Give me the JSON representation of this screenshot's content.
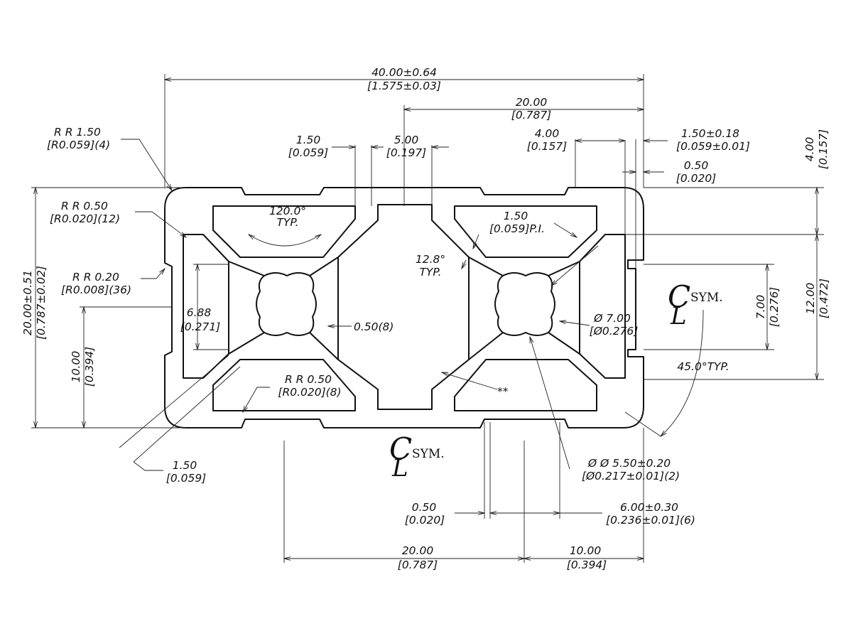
{
  "dimensions": {
    "overall_width": {
      "l1": "40.00±0.64",
      "l2": "[1.575±0.03]"
    },
    "half_width_top": {
      "l1": "20.00",
      "l2": "[0.787]"
    },
    "radius_corner": {
      "l1": "R R 1.50",
      "l2": "[R0.059](4)"
    },
    "slot_wall_1": {
      "l1": "1.50",
      "l2": "[0.059]"
    },
    "slot_width": {
      "l1": "5.00",
      "l2": "[0.197]"
    },
    "slot_depth": {
      "l1": "4.00",
      "l2": "[0.157]"
    },
    "lip_tol": {
      "l1": "1.50±0.18",
      "l2": "[0.059±0.01]"
    },
    "lip_gap": {
      "l1": "0.50",
      "l2": "[0.020]"
    },
    "side_depth": {
      "l1": "4.00",
      "l2": "[0.157]"
    },
    "radius_small": {
      "l1": "R R 0.50",
      "l2": "[R0.020](12)"
    },
    "angle_typ": {
      "l1": "120.0°",
      "l2": "TYP."
    },
    "wall_pi": {
      "l1": "1.50",
      "l2": "[0.059]P.I."
    },
    "web_angle": {
      "l1": "12.8°",
      "l2": "TYP."
    },
    "radius_tiny": {
      "l1": "R R 0.20",
      "l2": "[R0.008](36)"
    },
    "slot_inner": {
      "l1": "6.88",
      "l2": "[0.271]"
    },
    "fillet": {
      "l1": "0.50(8)"
    },
    "bore_dia": {
      "l1": "Ø 7.00",
      "l2": "[Ø0.276]"
    },
    "inner_height": {
      "l1": "7.00",
      "l2": "[0.276]"
    },
    "center_height": {
      "l1": "12.00",
      "l2": "[0.472]"
    },
    "overall_height": {
      "l1": "20.00±0.51",
      "l2": "[0.787±0.02]"
    },
    "half_height": {
      "l1": "10.00",
      "l2": "[0.394]"
    },
    "angle_45": {
      "l1": "45.0°TYP."
    },
    "radius_mid": {
      "l1": "R R 0.50",
      "l2": "[R0.020](8)"
    },
    "note": {
      "l1": "**"
    },
    "wall_bottom": {
      "l1": "1.50",
      "l2": "[0.059]"
    },
    "hole_dia": {
      "l1": "Ø Ø 5.50±0.20",
      "l2": "[Ø0.217±0.01](2)"
    },
    "gap_bottom": {
      "l1": "0.50",
      "l2": "[0.020]"
    },
    "slot_open": {
      "l1": "6.00±0.30",
      "l2": "[0.236±0.01](6)"
    },
    "half_width_bottom": {
      "l1": "20.00",
      "l2": "[0.787]"
    },
    "quarter_width": {
      "l1": "10.00",
      "l2": "[0.394]"
    }
  },
  "symmetry": {
    "glyph": "C",
    "glyph_stem": "L",
    "label": "SYM."
  }
}
